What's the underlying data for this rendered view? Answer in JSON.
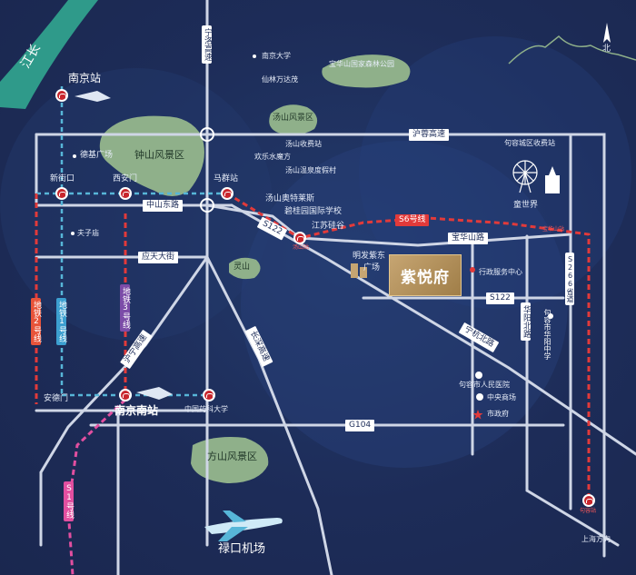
{
  "compass_label": "北",
  "river": "江长",
  "roads": {
    "ningluo": "宁洛高速",
    "hurong": "沪蓉高速",
    "zhongshan": "中山东路",
    "yingtian": "应天大街",
    "s122_a": "S122",
    "s122_b": "S122",
    "baohua": "宝华山路",
    "s266": "S266省道",
    "ninghang": "宁杭北路",
    "huayang": "华阳北路",
    "g104": "G104",
    "huning": "沪宁高速",
    "changjiang": "长深高速",
    "s6": "S6号线",
    "s1": "S1号线",
    "metro1": "地铁1号线",
    "metro2": "地铁2号线",
    "metro3": "地铁3号线",
    "shanghai": "上海方向"
  },
  "stations": {
    "nanjing": "南京站",
    "nanjing_south": "南京南站",
    "xinjiekou": "新街口",
    "ximen": "西安门",
    "maqun": "马群站",
    "andemen": "安德门",
    "tangshan_red": "汤山站",
    "baohua_red": "宝华山站",
    "jurong_red": "句容站"
  },
  "parks": {
    "zhongshan": "钟山风景区",
    "tangshan": "汤山风景区",
    "baohuashan": "宝华山国家森林公园",
    "qingliang": "灵山",
    "fangshan": "方山风景区"
  },
  "pois": {
    "nju": "南京大学",
    "xianlin": "仙林万达茂",
    "deji": "德基广场",
    "fuzimiao": "夫子庙",
    "tangshan_ticket": "汤山收费站",
    "huanle": "欢乐水魔方",
    "hotspring": "汤山温泉度假村",
    "outlets": "汤山奥特莱斯",
    "biguiyuan": "碧桂园国际学校",
    "jiangsu": "江苏硅谷",
    "mingfa": "明发紫东",
    "mingfa2": "广场",
    "jurong_toll": "句容城区收费站",
    "tongshijie": "童世界",
    "xingzheng": "行政服务中心",
    "zhongxue": "句容市华阳中学",
    "hospital": "句容市人民医院",
    "shangchang": "中央商场",
    "shizhengfu": "市政府",
    "pharma": "中国药科大学",
    "airport": "禄口机场"
  },
  "project": "紫悦府",
  "colors": {
    "background": "#1f2f5c",
    "road": "#cfd6e6",
    "metro_red": "#e23a3a",
    "metro_pink": "#e24fa0",
    "metro_blue": "#57b6d8",
    "park": "#8fb08a",
    "project": "#b8955c"
  }
}
